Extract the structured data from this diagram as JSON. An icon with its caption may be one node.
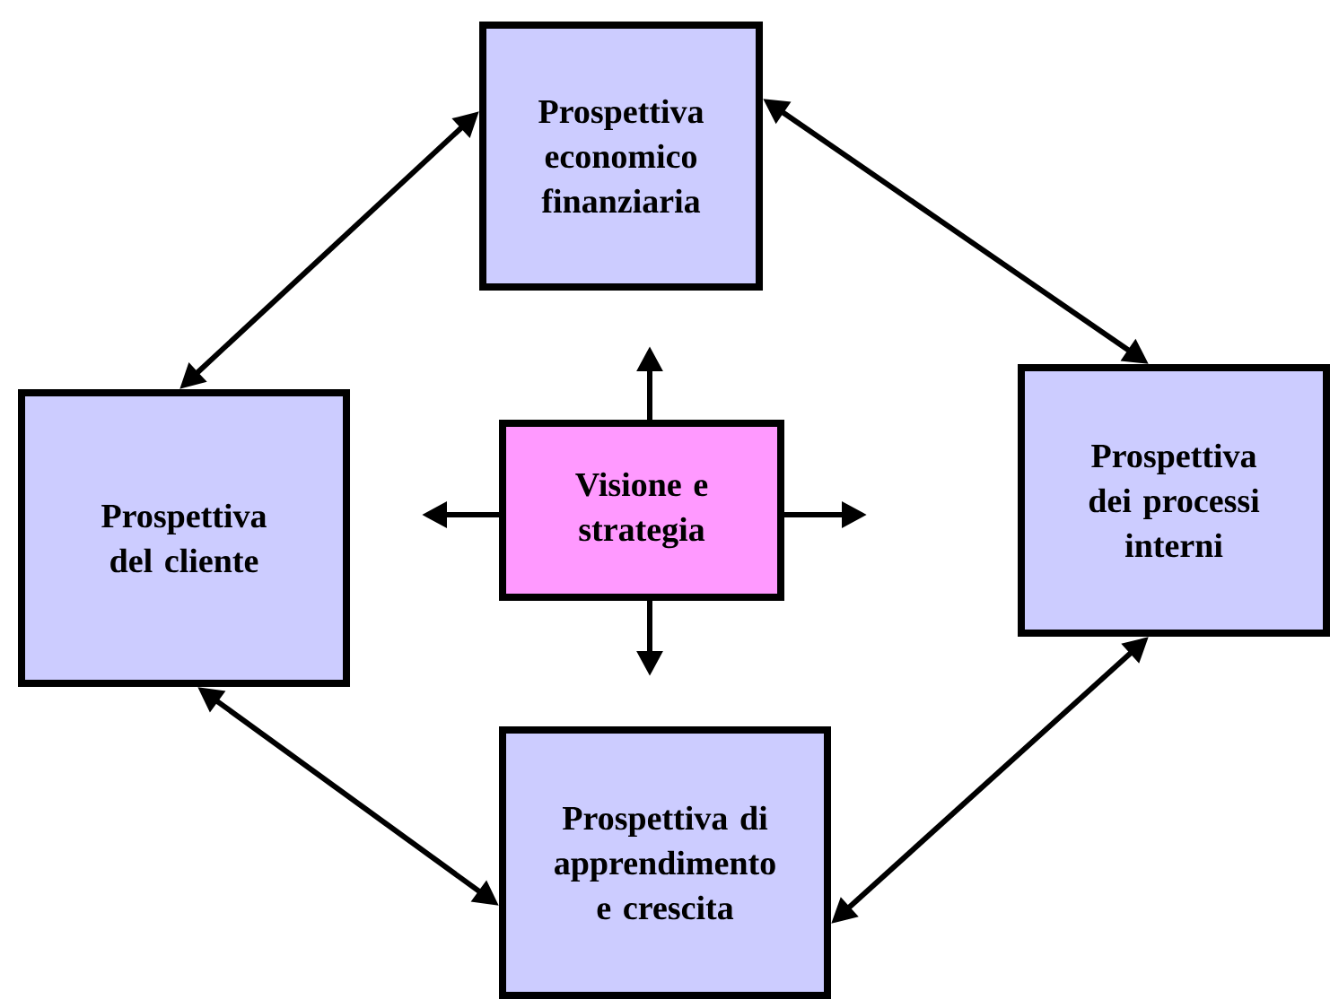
{
  "diagram": {
    "nodes": [
      {
        "text": [
          "Prospettiva economico finanziaria"
        ]
      },
      {
        "text": [
          "Prospettiva del cliente"
        ]
      },
      {
        "text": [
          "Visione e strategia"
        ]
      },
      {
        "text": [
          "Prospettiva dei processi interni"
        ]
      },
      {
        "text": [
          "Prospettiva di apprendimento e crescita"
        ]
      }
    ],
    "edges": [
      {
        "from": 1,
        "to": 0,
        "arrow": "both"
      },
      {
        "from": 0,
        "to": 3,
        "arrow": "both"
      },
      {
        "from": 3,
        "to": 4,
        "arrow": "both"
      },
      {
        "from": 4,
        "to": 1,
        "arrow": "both"
      },
      {
        "from": 2,
        "to": null,
        "arrow": "to"
      },
      {
        "from": 2,
        "to": null,
        "arrow": "to"
      },
      {
        "from": 2,
        "to": null,
        "arrow": "to"
      },
      {
        "from": 2,
        "to": null,
        "arrow": "to"
      }
    ]
  }
}
